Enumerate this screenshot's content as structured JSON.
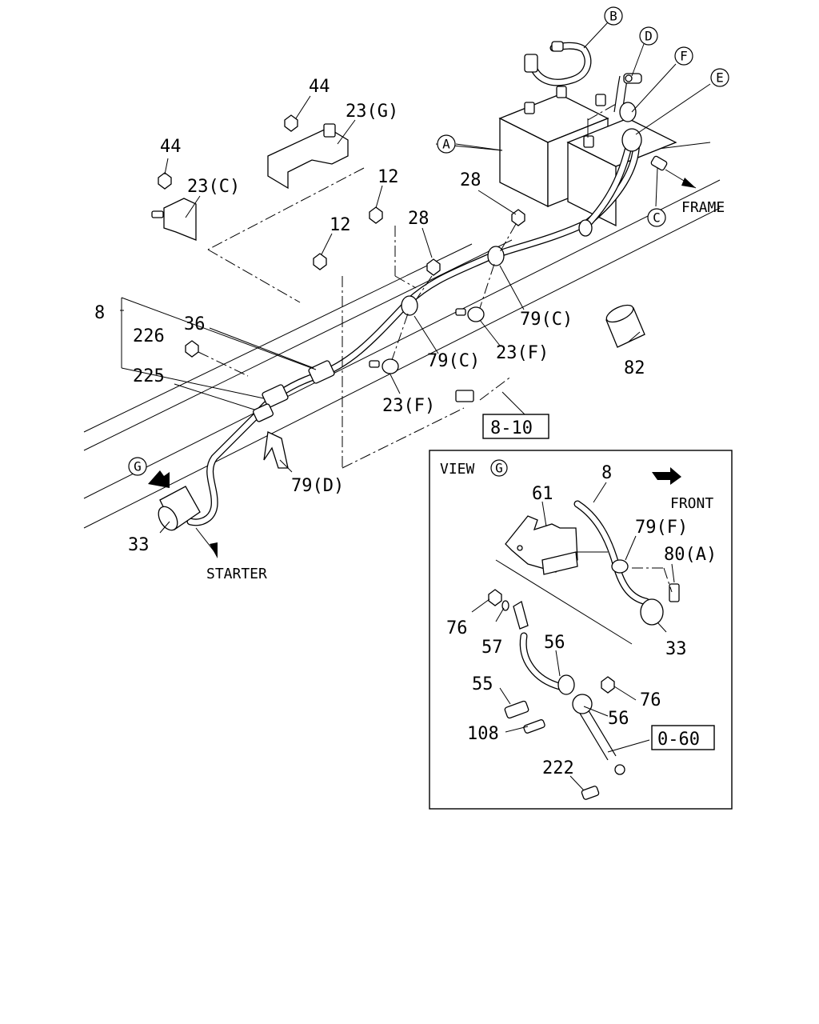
{
  "callouts": {
    "A": "A",
    "B": "B",
    "C": "C",
    "D": "D",
    "E": "E",
    "F": "F",
    "G": "G"
  },
  "labels": {
    "p44_top": "44",
    "p44_left": "44",
    "p23g": "23(G)",
    "p23c": "23(C)",
    "p12_right": "12",
    "p12_left": "12",
    "p28_right": "28",
    "p28_left": "28",
    "p79c_right": "79(C)",
    "p79c_left": "79(C)",
    "p23f_right": "23(F)",
    "p23f_left": "23(F)",
    "p8": "8",
    "p36": "36",
    "p226": "226",
    "p225": "225",
    "p82": "82",
    "p79d": "79(D)",
    "p33": "33",
    "frame": "FRAME",
    "starter": "STARTER",
    "ref_8_10": "8-10"
  },
  "view_g": {
    "title": "VIEW",
    "front": "FRONT",
    "p61": "61",
    "p8": "8",
    "p79f": "79(F)",
    "p80a": "80(A)",
    "p76_left": "76",
    "p57": "57",
    "p56_top": "56",
    "p33": "33",
    "p55": "55",
    "p76_right": "76",
    "p56_right": "56",
    "p108": "108",
    "ref_0_60": "0-60",
    "p222": "222"
  }
}
